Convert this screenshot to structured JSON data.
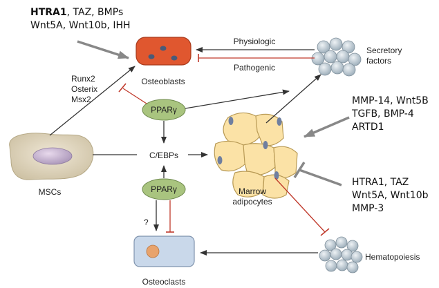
{
  "top_left_factors": {
    "line1_bold": "HTRA1",
    "line1_rest": ", TAZ, BMPs",
    "line2": "Wnt5A, Wnt10b, IHH"
  },
  "transcription_factors": [
    "Runx2",
    "Osterix",
    "Msx2"
  ],
  "nodes": {
    "osteoblasts": "Osteoblasts",
    "secretory_line1": "Secretory",
    "secretory_line2": "factors",
    "msc": "MSCs",
    "pparg_top": "PPARγ",
    "pparg_bottom": "PPARγ",
    "cebp": "C/EBPs",
    "adipocytes_line1": "Marrow",
    "adipocytes_line2": "adipocytes",
    "osteoclasts": "Osteoclasts",
    "hematopoiesis": "Hematopoiesis",
    "question_mark": "?"
  },
  "edge_labels": {
    "physiologic": "Physiologic",
    "pathogenic": "Pathogenic"
  },
  "right_promoters": [
    "MMP-14, Wnt5B",
    "TGFB, BMP-4",
    "ARTD1"
  ],
  "right_inhibitors": [
    "HTRA1, TAZ",
    "Wnt5A, Wnt10b",
    "MMP-3"
  ],
  "colors": {
    "osteoblast_fill": "#e0572f",
    "pparg_fill": "#a9c47f",
    "adipocyte_fill": "#fbe2a6",
    "osteoclast_fill": "#c9d8ea",
    "secretory_fill": "#b9c6cf",
    "msc_fill": "#ddd3bd",
    "arrow": "#333333",
    "inhibit": "#c0392b",
    "grey_arrow": "#888888"
  }
}
